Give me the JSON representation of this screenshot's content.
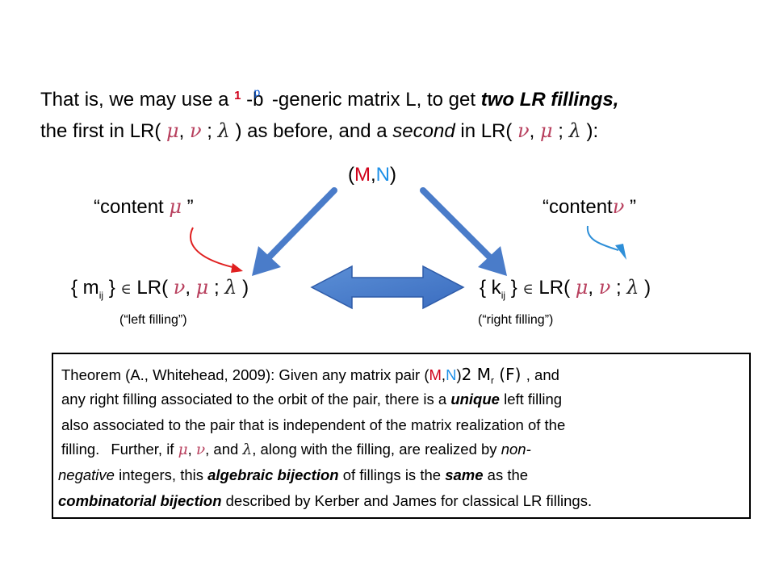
{
  "intro": {
    "line1": {
      "part1": "That is, we may use a ",
      "sup1": "1",
      "dash": "-",
      "b": "b",
      "d_sup": "p",
      "part2": " -generic matrix L, to get ",
      "emph": "two LR fillings,"
    },
    "line2": {
      "part1": "the first in LR( ",
      "part2": " ) as before, and a ",
      "emph": "second",
      "part3": "  in LR( ",
      "part4": " ):"
    }
  },
  "symbols": {
    "mu": "μ",
    "nu": "ν",
    "lambda": "λ",
    "in": "∈",
    "comma": ", ",
    "semicolon": " ; "
  },
  "diagram": {
    "top": {
      "open": "(",
      "M": "M",
      "sep": ",",
      "N": "N",
      "close": ")"
    },
    "content_left": {
      "open": "“content ",
      "close": " ”"
    },
    "content_right": {
      "open": "“content",
      "close": " ”"
    },
    "left": {
      "brace_open": "{ m",
      "sub": "ij",
      "brace_close": " } ",
      "lr": " LR( ",
      "end": " )"
    },
    "right": {
      "brace_open": "{ k",
      "sub": "ij",
      "brace_close": " } ",
      "lr": " LR( ",
      "end": " )"
    },
    "left_caption": "(“left filling”)",
    "right_caption": "(“right filling”)"
  },
  "theorem": {
    "l1": {
      "a": "Theorem (A., Whitehead, 2009): Given any matrix pair (",
      "M": "M",
      "sep": ",",
      "N": "N",
      "b": ")",
      "set": "2  M",
      "sub": "r",
      "field": " (F) ",
      "c": ", and"
    },
    "l2": {
      "a": "any right filling associated to the orbit of the pair, there is a ",
      "emph": "unique",
      "b": " left filling"
    },
    "l3": "also associated to the pair that is independent of the matrix realization of the",
    "l4": {
      "a": "filling.",
      "b": "Further, if ",
      "c": ", ",
      "d": ", and ",
      "e": ", along with the filling, are realized by ",
      "emph": "non-"
    },
    "l5": {
      "emph": "negative",
      "a": " integers, this ",
      "emph2": "algebraic bijection",
      "b": " of fillings is the ",
      "emph3": "same",
      "c": " as the"
    },
    "l6": {
      "emph": "combinatorial bijection",
      "a": " described by Kerber and James for classical LR fillings."
    }
  }
}
